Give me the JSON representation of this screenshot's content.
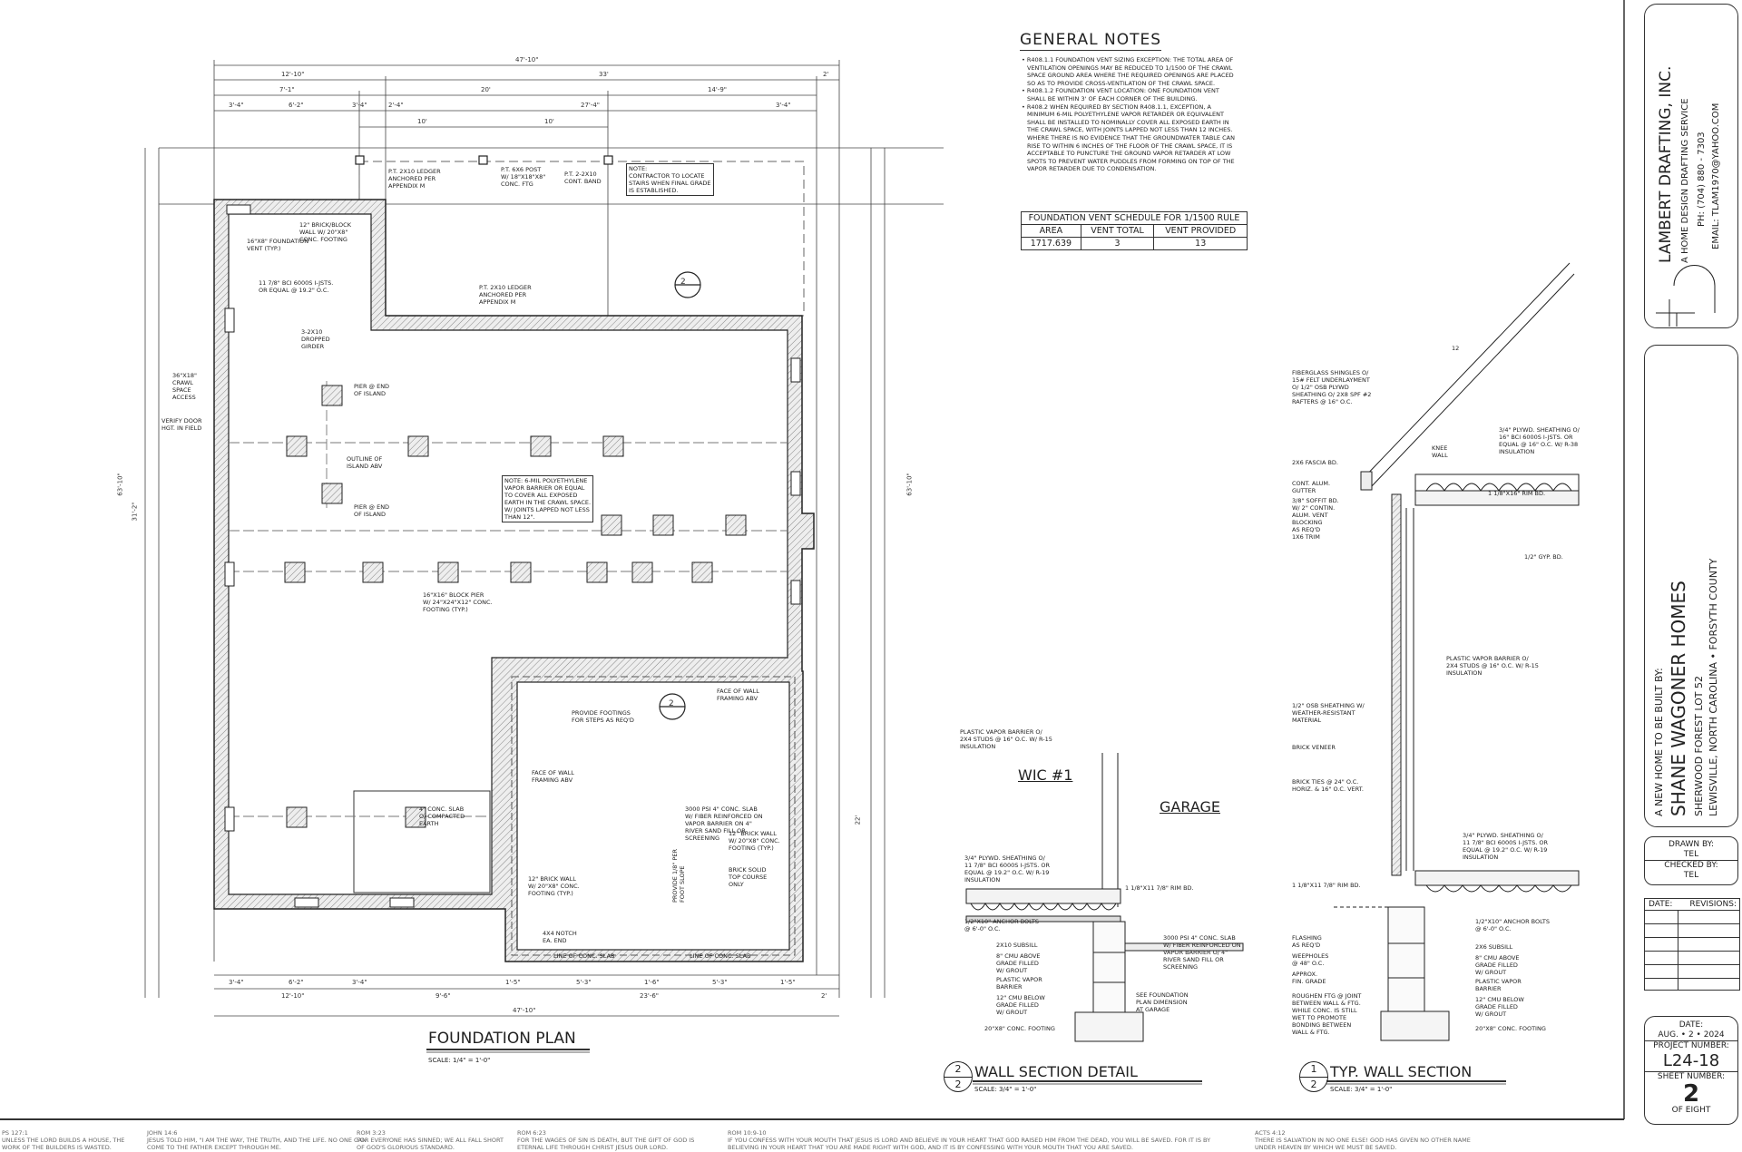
{
  "general_notes": {
    "title": "GENERAL NOTES",
    "items": [
      "R408.1.1 FOUNDATION VENT SIZING EXCEPTION: THE TOTAL AREA OF VENTILATION OPENINGS MAY BE REDUCED TO 1/1500 OF THE CRAWL SPACE GROUND AREA WHERE THE REQUIRED OPENINGS ARE PLACED SO AS TO PROVIDE CROSS-VENTILATION OF THE CRAWL SPACE.",
      "R408.1.2 FOUNDATION VENT LOCATION: ONE FOUNDATION VENT SHALL BE WITHIN 3' OF EACH CORNER OF THE BUILDING.",
      "R408.2 WHEN REQUIRED BY SECTION R408.1.1, EXCEPTION, A MINIMUM 6-MIL POLYETHYLENE VAPOR RETARDER OR EQUIVALENT SHALL BE INSTALLED TO NOMINALLY COVER ALL EXPOSED EARTH IN THE CRAWL SPACE, WITH JOINTS LAPPED NOT LESS THAN 12 INCHES. WHERE THERE IS NO EVIDENCE THAT THE GROUNDWATER TABLE CAN RISE TO WITHIN 6 INCHES OF THE FLOOR OF THE CRAWL SPACE, IT IS ACCEPTABLE TO PUNCTURE THE GROUND VAPOR RETARDER AT LOW SPOTS TO PREVENT WATER PUDDLES FROM FORMING ON TOP OF THE VAPOR RETARDER DUE TO CONDENSATION."
    ]
  },
  "vent_schedule": {
    "title": "FOUNDATION VENT SCHEDULE FOR 1/1500 RULE",
    "headers": [
      "AREA",
      "VENT TOTAL",
      "VENT PROVIDED"
    ],
    "row": [
      "1717.639",
      "3",
      "13"
    ]
  },
  "foundation_plan": {
    "title": "FOUNDATION PLAN",
    "scale": "SCALE: 1/4\" = 1'-0\"",
    "dims_top": [
      "47'-10\"",
      "12'-10\"",
      "33'",
      "2'",
      "7'-1\"",
      "20'",
      "14'-9\"",
      "3'-4\"",
      "6'-2\"",
      "3'-4\"",
      "2'-4\"",
      "27'-4\"",
      "3'-4\"",
      "10'",
      "10'"
    ],
    "dims_bottom": [
      "3'-4\"",
      "6'-2\"",
      "3'-4\"",
      "12'-10\"",
      "1'-5\"",
      "9'-6\"",
      "5'-3\"",
      "1'-6\"",
      "5'-3\"",
      "1'-5\"",
      "23'-6\"",
      "2'",
      "47'-10\""
    ],
    "dims_side": [
      "63'-10\"",
      "31'-2\"",
      "63'-10\"",
      "22'"
    ],
    "labels": [
      "P.T. 2x10 LEDGER\nANCHORED PER\nAPPENDIX M",
      "P.T. 6x6 POST\nW/ 18\"x18\"x8\"\nCONC. FTG",
      "P.T. 2-2x10\nCONT. BAND",
      "NOTE:\nCONTRACTOR TO LOCATE\nSTAIRS WHEN FINAL GRADE\nIS ESTABLISHED.",
      "12\" BRICK/BLOCK\nWALL W/ 20\"x8\"\nCONC. FOOTING",
      "16\"x8\" FOUNDATION\nVENT (TYP.)",
      "11 7/8\" BCI 6000s I-JSTS.\nOR EQUAL @ 19.2\" O.C.",
      "P.T. 2x10 LEDGER\nANCHORED PER\nAPPENDIX M",
      "3-2x10\nDROPPED\nGIRDER",
      "36\"x18\"\nCRAWL\nSPACE\nACCESS",
      "VERIFY DOOR\nHGT. IN FIELD",
      "PIER @ END\nOF ISLAND",
      "OUTLINE OF\nISLAND ABV",
      "PIER @ END\nOF ISLAND",
      "NOTE: 6-mil POLYETHYLENE\nVAPOR BARRIER OR EQUAL\nTO COVER ALL EXPOSED\nEARTH IN THE CRAWL SPACE.\nW/ JOINTS LAPPED NOT LESS\nTHAN 12\".",
      "16\"x16\" BLOCK PIER\nW/ 24\"x24\"x12\" CONC.\nFOOTING (TYP.)",
      "PROVIDE FOOTINGS\nFOR STEPS AS REQ'D",
      "FACE OF WALL\nFRAMING ABV",
      "FACE OF WALL\nFRAMING ABV",
      "3000 PSI 4\" CONC. SLAB\nW/ FIBER REINFORCED ON\nVAPOR BARRIER ON 4\"\nRIVER SAND FILL OR\nSCREENING",
      "PROVIDE 1/8\" PER\nFOOT SLOPE",
      "12\" BRICK WALL\nW/ 20\"x8\" CONC.\nFOOTING (TYP.)",
      "BRICK SOLID\nTOP COURSE\nONLY",
      "4\" CONC. SLAB\nO/ COMPACTED\nEARTH",
      "4x4 NOTCH\nEA. END",
      "LINE OF CONC. SLAB",
      "LINE OF CONC. SLAB",
      "12\" BRICK WALL\nW/ 20\"x8\" CONC.\nFOOTING (TYP.)"
    ]
  },
  "wall_section_detail": {
    "number": "2",
    "sheet": "2",
    "title": "WALL SECTION DETAIL",
    "scale": "SCALE: 3/4\" = 1'-0\"",
    "room_left": "WIC #1",
    "room_right": "GARAGE",
    "labels": [
      "PLASTIC VAPOR BARRIER O/\n2x4 STUDS @ 16\" O.C. W/ R-15\nINSULATION",
      "3/4\" PLYWD. SHEATHING O/\n11 7/8\" BCI 6000s I-JSTS. OR\nEQUAL @ 19.2\" O.C. W/ R-19\nINSULATION",
      "1 1/8\"x11 7/8\" RIM BD.",
      "1/2\"x10\" ANCHOR BOLTS\n@ 6'-0\" O.C.",
      "2x10 SUBSILL",
      "8\" CMU ABOVE\nGRADE FILLED\nW/ GROUT",
      "PLASTIC VAPOR\nBARRIER",
      "12\" CMU BELOW\nGRADE FILLED\nW/ GROUT",
      "3000 PSI 4\" CONC. SLAB\nW/ FIBER REINFORCED ON\nVAPOR BARRIER O/ 4\"\nRIVER SAND FILL OR\nSCREENING",
      "SEE FOUNDATION\nPLAN DIMENSION\nAT GARAGE",
      "20\"x8\" CONC. FOOTING"
    ]
  },
  "typ_wall_section": {
    "number": "1",
    "sheet": "2",
    "title": "TYP. WALL SECTION",
    "scale": "SCALE: 3/4\" = 1'-0\"",
    "labels": [
      "FIBERGLASS SHINGLES O/\n15# FELT UNDERLAYMENT\nO/ 1/2\" OSB PLYWD\nSHEATHING O/ 2x8 SPF #2\nRAFTERS @ 16\" O.C.",
      "3/4\" PLYWD. SHEATHING O/\n16\" BCI 6000s I-JSTS. OR\nEQUAL @ 16\" O.C. W/ R-38\nINSULATION",
      "2x6 FASCIA BD.",
      "CONT. ALUM.\nGUTTER",
      "3/8\" SOFFIT BD.\nW/ 2\" CONTIN.\nALUM. VENT\nBLOCKING\nAS REQ'D\n1x6 TRIM",
      "1 1/8\"x16\" RIM BD.",
      "1/2\" GYP. BD.",
      "PLASTIC VAPOR BARRIER O/\n2x4 STUDS @ 16\" O.C. W/ R-15\nINSULATION",
      "1/2\" OSB SHEATHING W/\nWEATHER-RESISTANT\nMATERIAL",
      "BRICK VENEER",
      "BRICK TIES @ 24\" O.C.\nHORIZ. & 16\" O.C. VERT.",
      "3/4\" PLYWD. SHEATHING O/\n11 7/8\" BCI 6000s I-JSTS. OR\nEQUAL @ 19.2\" O.C. W/ R-19\nINSULATION",
      "1 1/8\"x11 7/8\" RIM BD.",
      "1/2\"x10\" ANCHOR BOLTS\n@ 6'-0\" O.C.",
      "FLASHING\nAS REQ'D",
      "WEEPHOLES\n@ 48\" O.C.",
      "APPROX.\nFIN. GRADE",
      "2x6 SUBSILL",
      "8\" CMU ABOVE\nGRADE FILLED\nW/ GROUT",
      "PLASTIC VAPOR\nBARRIER",
      "12\" CMU BELOW\nGRADE FILLED\nW/ GROUT",
      "ROUGHEN FTG @ JOINT\nBETWEEN WALL & FTG.\nWHILE CONC. IS STILL\nWET TO PROMOTE\nBONDING BETWEEN\nWALL & FTG.",
      "20\"x8\" CONC. FOOTING",
      "KNEE\nWALL",
      "12"
    ]
  },
  "title_block": {
    "company": "LAMBERT DRAFTING, INC.",
    "tagline": "A HOME DESIGN DRAFTING SERVICE",
    "phone": "PH: (704) 880 - 7303",
    "email": "EMAIL: TLAM1970@YAHOO.COM",
    "built_by": "A NEW HOME TO BE BUILT BY:",
    "builder": "SHANE WAGONER HOMES",
    "lot": "SHERWOOD FOREST LOT 52",
    "location": "LEWISVILLE, NORTH CAROLINA • FORSYTH COUNTY",
    "drawn_by_label": "DRAWN BY:",
    "drawn_by": "TEL",
    "checked_by_label": "CHECKED BY:",
    "checked_by": "TEL",
    "date_col": "DATE:",
    "revisions_col": "REVISIONS:",
    "date_label": "DATE:",
    "date": "AUG. • 2 • 2024",
    "project_number_label": "PROJECT NUMBER:",
    "project_number": "L24-18",
    "sheet_number_label": "SHEET NUMBER:",
    "sheet_number": "2",
    "sheet_of": "OF EIGHT"
  },
  "verses": [
    {
      "ref": "PS 127:1",
      "text": "UNLESS THE LORD BUILDS A HOUSE, THE WORK OF THE BUILDERS IS WASTED."
    },
    {
      "ref": "JOHN 14:6",
      "text": "JESUS TOLD HIM, \"I AM THE WAY, THE TRUTH, AND THE LIFE. NO ONE CAN COME TO THE FATHER EXCEPT THROUGH ME."
    },
    {
      "ref": "ROM 3:23",
      "text": "FOR EVERYONE HAS SINNED; WE ALL FALL SHORT OF GOD'S GLORIOUS STANDARD."
    },
    {
      "ref": "ROM 6:23",
      "text": "FOR THE WAGES OF SIN IS DEATH, BUT THE GIFT OF GOD IS ETERNAL LIFE THROUGH CHRIST JESUS OUR LORD."
    },
    {
      "ref": "ROM 10:9-10",
      "text": "IF YOU CONFESS WITH YOUR MOUTH THAT JESUS IS LORD AND BELIEVE IN YOUR HEART THAT GOD RAISED HIM FROM THE DEAD, YOU WILL BE SAVED. FOR IT IS BY BELIEVING IN YOUR HEART THAT YOU ARE MADE RIGHT WITH GOD, AND IT IS BY CONFESSING WITH YOUR MOUTH THAT YOU ARE SAVED."
    },
    {
      "ref": "ACTS 4:12",
      "text": "THERE IS SALVATION IN NO ONE ELSE! GOD HAS GIVEN NO OTHER NAME UNDER HEAVEN BY WHICH WE MUST BE SAVED."
    }
  ]
}
